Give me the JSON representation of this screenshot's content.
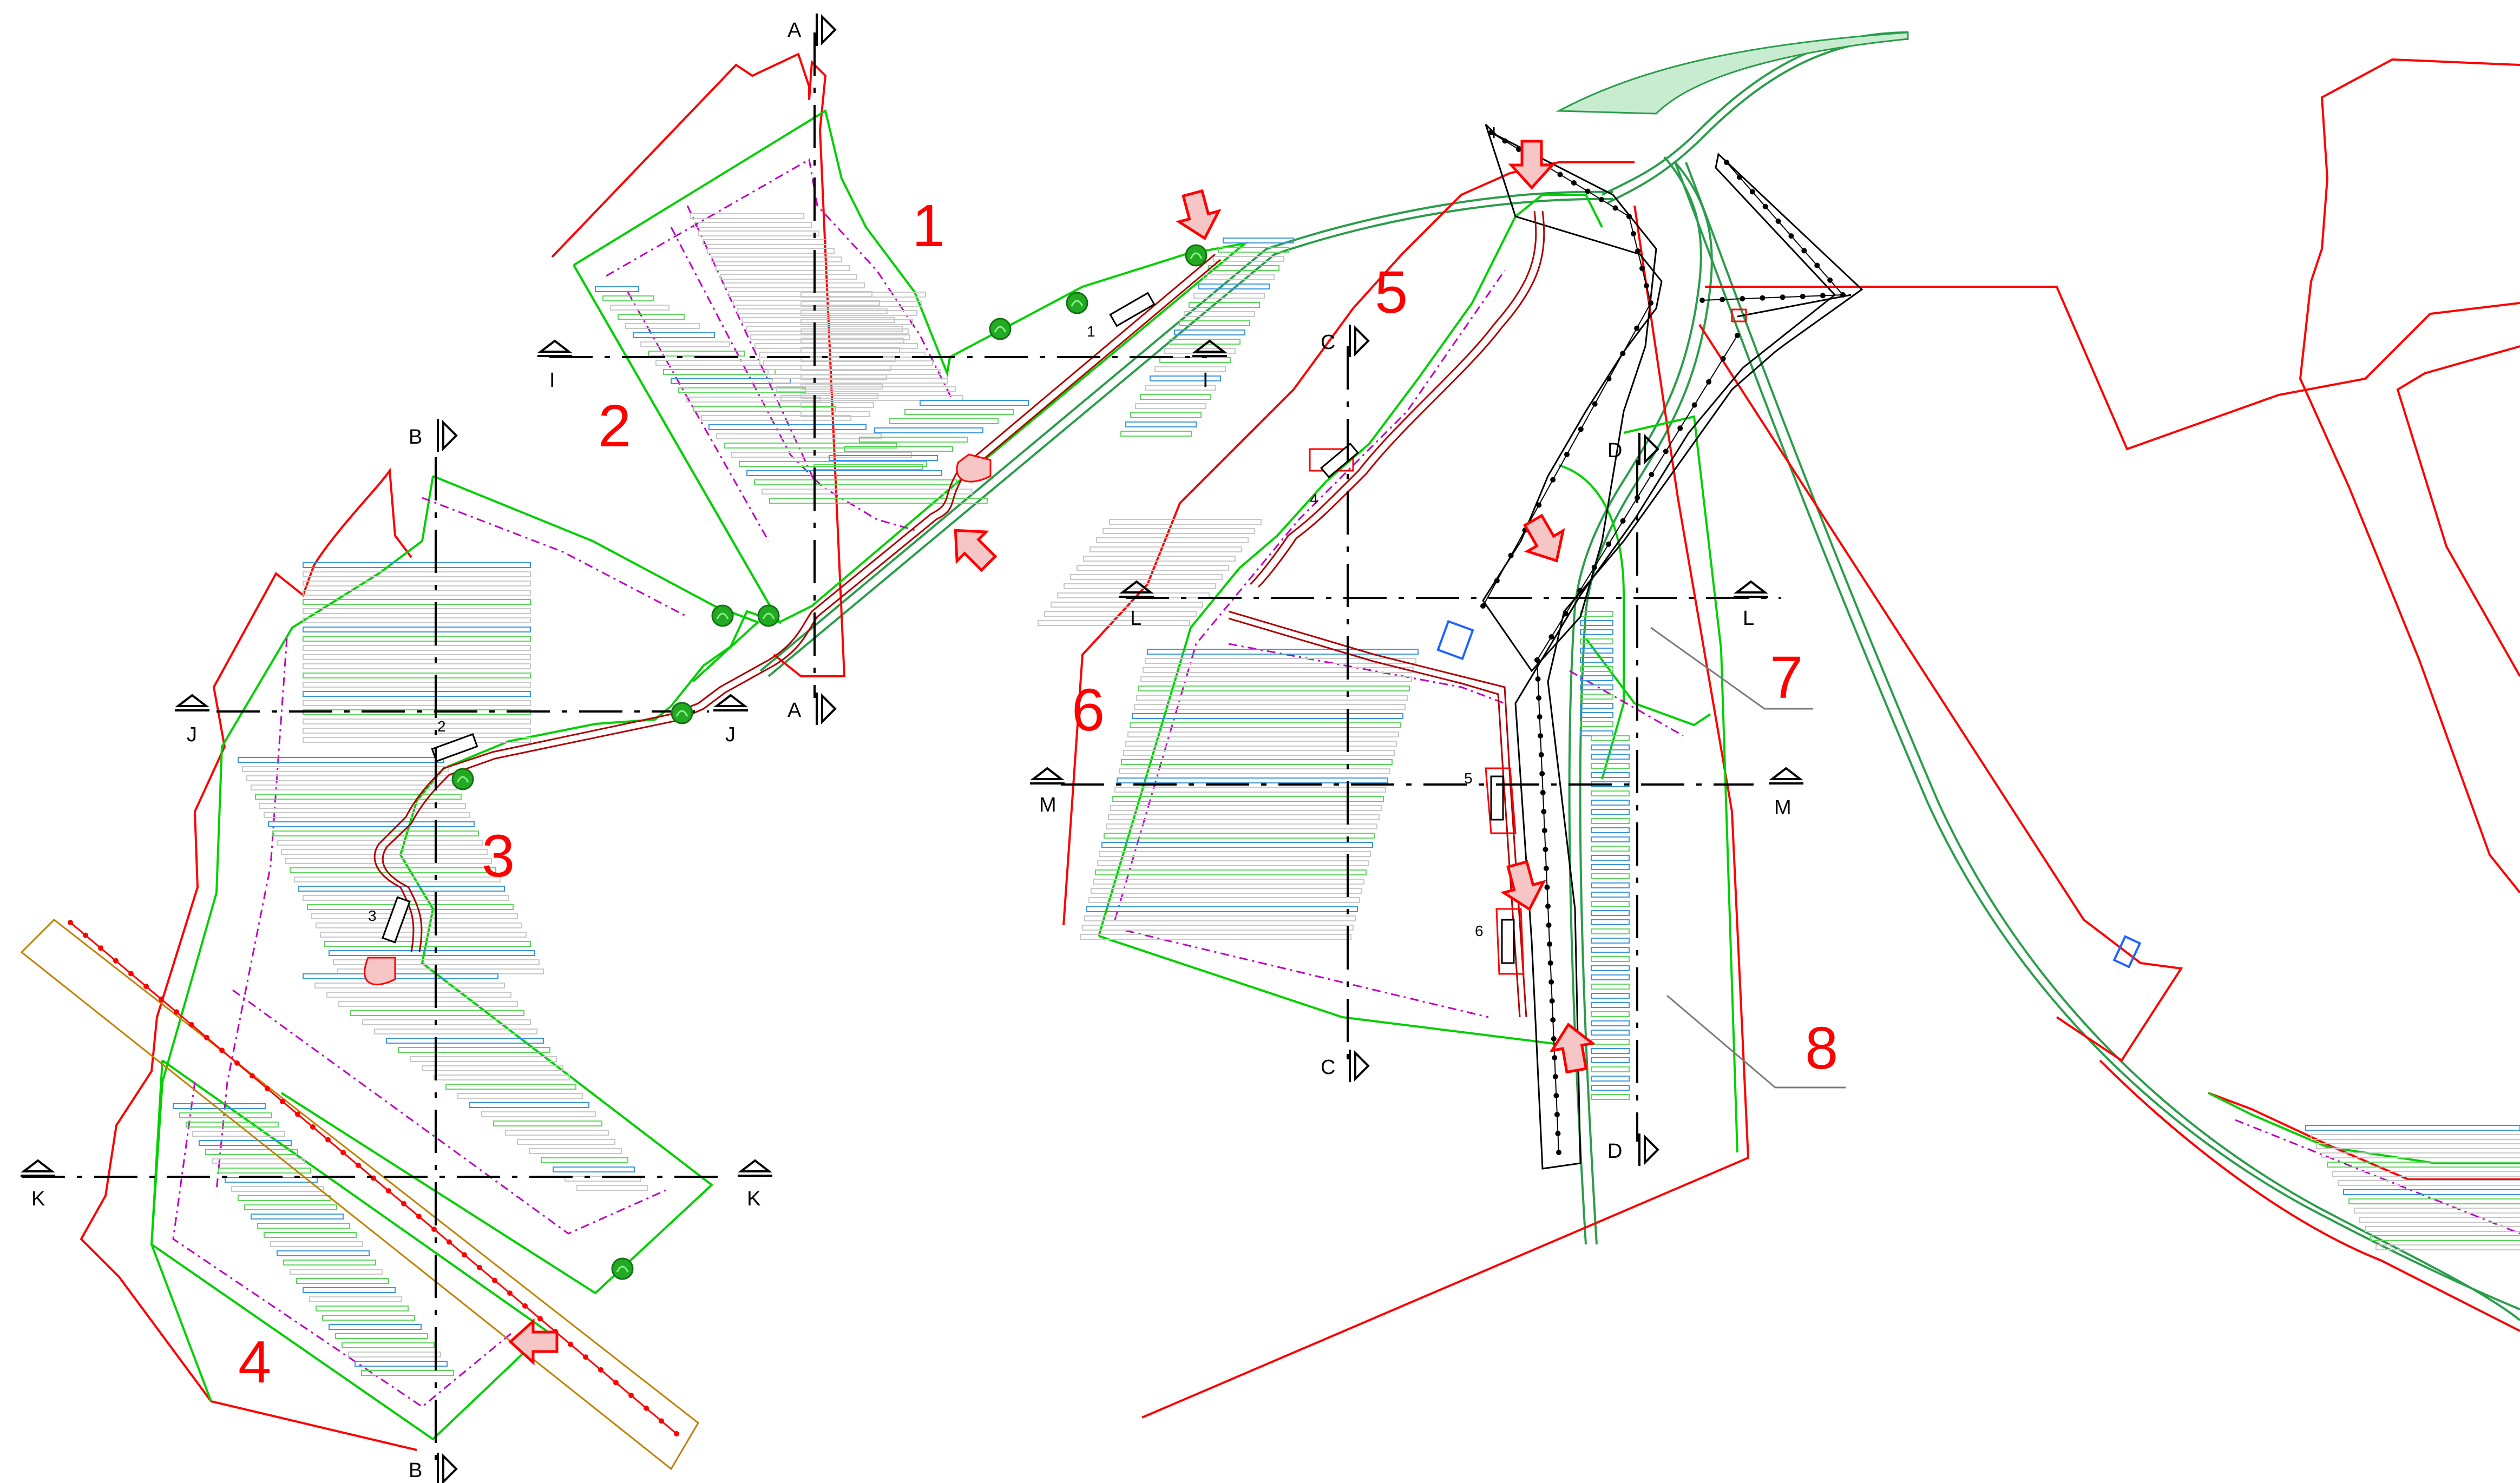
{
  "colors": {
    "boundary": "#ff0000",
    "inner": "#00d000",
    "setback": "#c000c0",
    "road": "#ff0000",
    "panel_gray": "#c8c8c8",
    "panel_green": "#5ed65e",
    "panel_blue": "#3c96dc",
    "tree": "#22aa22",
    "corridor": "#000000",
    "powerline": "#c08000",
    "river": "#2a9d4a",
    "arrow_fill": "#f6c6c6"
  },
  "zones": [
    "1",
    "2",
    "3",
    "4",
    "5",
    "6",
    "7",
    "8"
  ],
  "sections": {
    "A": "A",
    "B": "B",
    "C": "C",
    "D": "D",
    "I": "I",
    "J": "J",
    "K": "K",
    "L": "L",
    "M": "M"
  },
  "entrances": [
    "1",
    "2",
    "3",
    "4",
    "5",
    "6"
  ],
  "icons": {
    "entry_arrow": "entry-arrow-icon",
    "tree": "tree-icon",
    "section_marker": "section-marker-icon"
  }
}
